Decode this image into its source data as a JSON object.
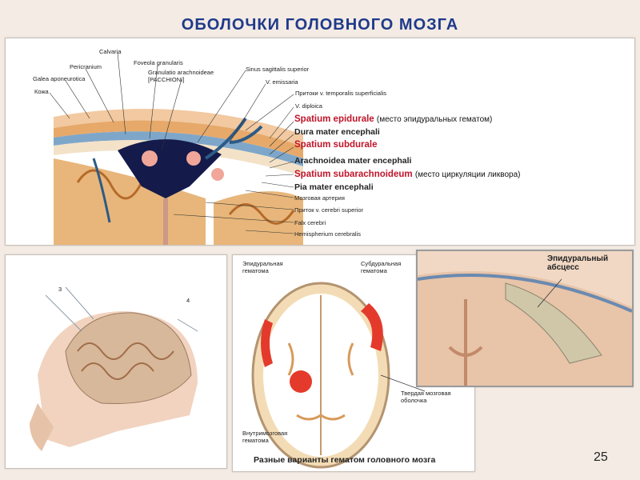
{
  "title": "ОБОЛОЧКИ ГОЛОВНОГО МОЗГА",
  "page_number": "25",
  "top_panel": {
    "left_labels": [
      "Calvaria",
      "Pericranium",
      "Foveola granularis",
      "Granulatio arachnoideae",
      "[PACCHIONI]",
      "Galea aponeurotica",
      "Кожа"
    ],
    "right_small": [
      "Sinus sagittalis superior",
      "V. emissaria",
      "Притоки v. temporalis superficialis",
      "V. diploica"
    ],
    "spatium_epidurale": "Spatium epidurale",
    "spatium_epidurale_note": "(место эпидуральных гематом)",
    "dura": "Dura mater encephali",
    "spatium_subdurale": "Spatium subdurale",
    "arachnoidea": "Arachnoidea mater encephali",
    "spatium_subarachnoideum": "Spatium subarachnoideum",
    "spatium_subarachnoideum_note": "(место циркуляции ликвора)",
    "pia": "Pia mater encephali",
    "bottom_small": [
      "Мозговая артерия",
      "Приток v. cerebri superior",
      "Falx cerebri",
      "Hemispherium cerebralis"
    ]
  },
  "bl_panel": {
    "markers": [
      "3",
      "4"
    ]
  },
  "bm_panel": {
    "epidural": "Эпидуральная гематома",
    "subdural": "Субдуральная гематома",
    "dura": "Твердая мозговая оболочка",
    "intracerebral": "Внутримозговая гематома",
    "caption": "Разные варианты гематом головного мозга"
  },
  "br_panel": {
    "label": "Эпидуральный абсцесс"
  },
  "colors": {
    "title": "#1f3a8a",
    "red": "#c0142a",
    "background": "#f3ebe4"
  }
}
